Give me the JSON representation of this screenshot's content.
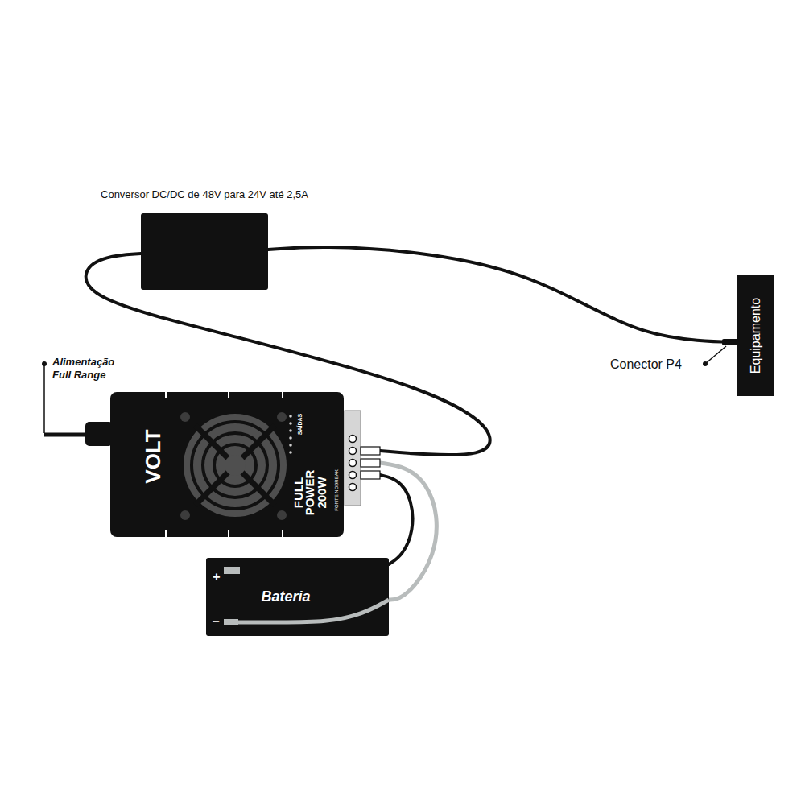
{
  "diagram": {
    "nodes": [
      {
        "text": [
          "Conversor DC/DC de 48V para 24V até 2,5A"
        ]
      },
      {
        "text": [
          "Equipamento"
        ]
      },
      {
        "text": [
          "VOLT",
          "SAÍDAS",
          "FULL POWER 200W",
          "FONTE NOBREAK"
        ]
      },
      {
        "text": [
          "+",
          "Bateria",
          "−"
        ]
      }
    ],
    "edges": [
      {
        "from": 2,
        "to": 0,
        "arrow": "none"
      },
      {
        "from": 0,
        "to": 1,
        "arrow": "none"
      },
      {
        "from": 2,
        "to": 3,
        "arrow": "none"
      },
      {
        "from": 2,
        "to": 3,
        "arrow": "none"
      }
    ],
    "labels": [
      "Alimentação Full Range",
      "Conector P4"
    ]
  }
}
